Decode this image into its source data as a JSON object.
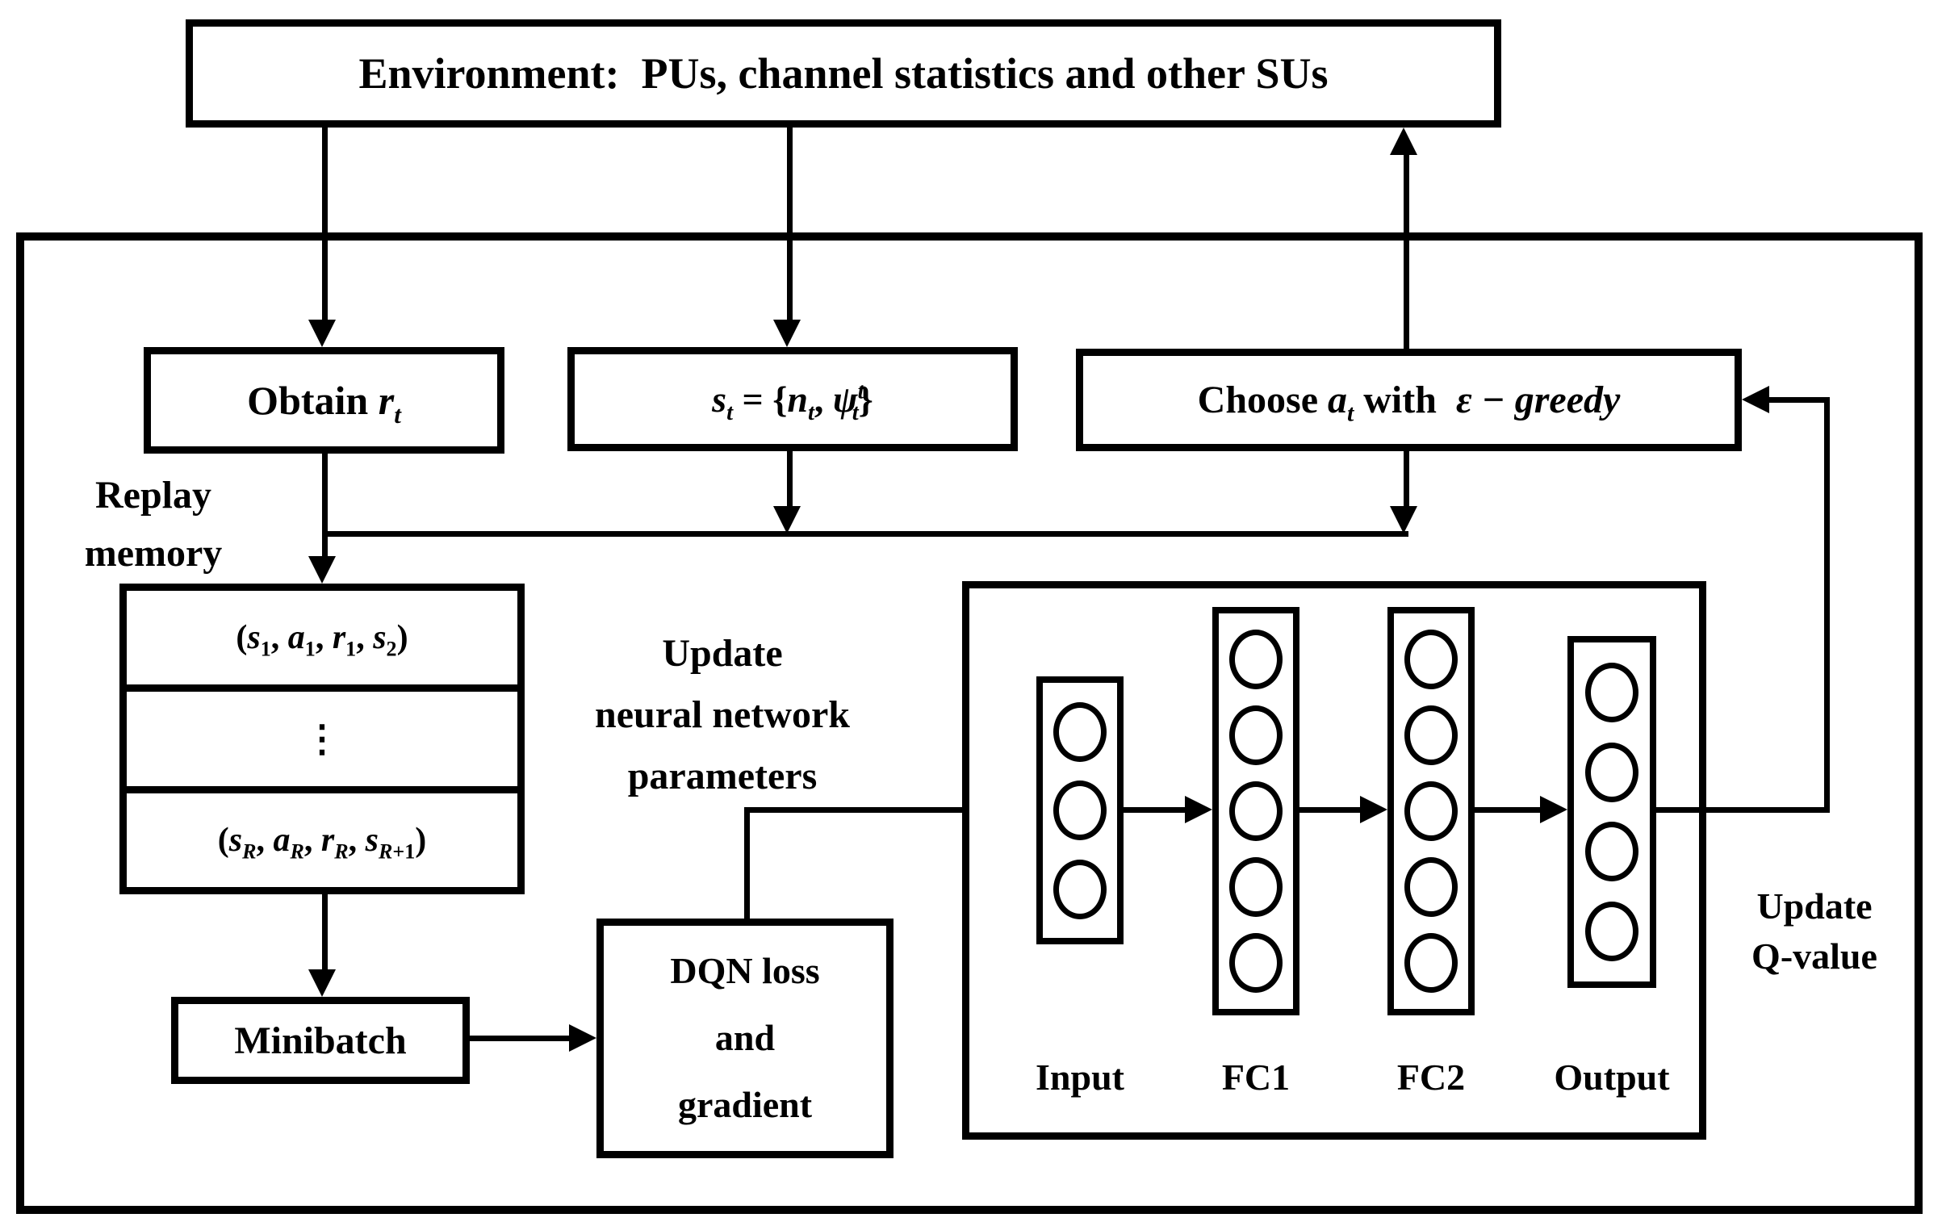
{
  "environment": {
    "label": "Environment:&nbsp; PUs, channel statistics and other SUs"
  },
  "boxes": {
    "obtain": "Obtain <i>r</i><sub><i>t</i></sub>",
    "state": "<i>s</i><sub><i>t</i></sub> = {<i>n</i><sub><i>t</i></sub>, <i>ψ</i><sup><i>t</i></sup><sub><i>t</i></sub>}",
    "choose": "Choose <i>a</i><sub><i>t</i></sub> with&nbsp; <i>ε − greedy</i>",
    "minibatch": "Minibatch",
    "dqn_loss": "DQN loss<br>and<br>gradient"
  },
  "replay": {
    "label": "Replay<br>memory",
    "rows": [
      "(<i>s</i><sub>1</sub>, <i>a</i><sub>1</sub>, <i>r</i><sub>1</sub>, <i>s</i><sub>2</sub>)",
      "⋮",
      "(<i>s</i><sub><i>R</i></sub>, <i>a</i><sub><i>R</i></sub>, <i>r</i><sub><i>R</i></sub>, <i>s</i><sub><i>R</i>+1</sub>)"
    ]
  },
  "annotations": {
    "update_nn": "Update<br>neural network<br>parameters",
    "update_q": "Update<br>Q-value"
  },
  "network": {
    "layers": [
      {
        "label": "Input",
        "neurons": 3
      },
      {
        "label": "FC1",
        "neurons": 5
      },
      {
        "label": "FC2",
        "neurons": 5
      },
      {
        "label": "Output",
        "neurons": 4
      }
    ]
  },
  "colors": {
    "ink": "#000000",
    "background": "#ffffff"
  }
}
